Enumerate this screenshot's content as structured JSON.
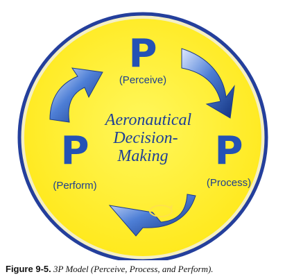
{
  "diagram": {
    "center_lines": [
      "Aeronautical",
      "Decision-",
      "Making"
    ],
    "nodes": [
      {
        "letter": "P",
        "label": "(Perceive)"
      },
      {
        "letter": "P",
        "label": "(Process)"
      },
      {
        "letter": "P",
        "label": "(Perform)"
      }
    ]
  },
  "caption": {
    "label": "Figure 9-5.",
    "text": "3P Model (Perceive, Process, and Perform)."
  },
  "colors": {
    "circle_fill": "#fff03a",
    "circle_border": "#243f9c",
    "circle_inner_ring": "#f8f3c0",
    "accent_blue": "#2452b5"
  }
}
